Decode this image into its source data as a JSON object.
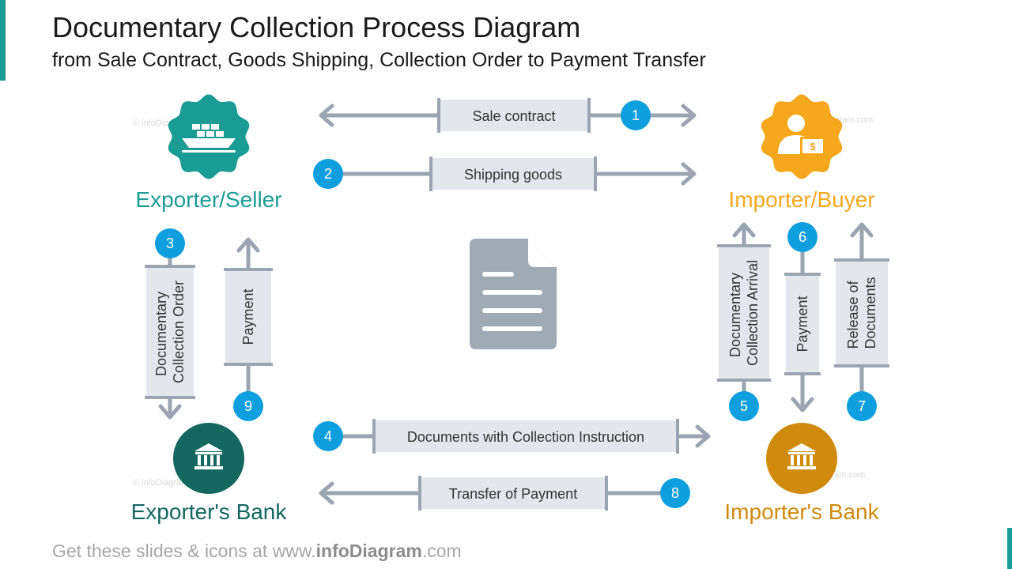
{
  "header": {
    "title": "Documentary Collection Process Diagram",
    "subtitle": "from Sale Contract, Goods Shipping, Collection Order to Payment Transfer"
  },
  "entities": {
    "exporter": {
      "label": "Exporter/Seller",
      "icon": "cargo-ship-icon",
      "color": "#1a9c95"
    },
    "importer": {
      "label": "Importer/Buyer",
      "icon": "buyer-money-icon",
      "color": "#f5a81e"
    },
    "exporter_bank": {
      "label": "Exporter's Bank",
      "icon": "bank-icon",
      "color": "#13675f"
    },
    "importer_bank": {
      "label": "Importer's Bank",
      "icon": "bank-icon",
      "color": "#d08a0d"
    }
  },
  "steps": [
    {
      "num": "1",
      "label": "Sale contract"
    },
    {
      "num": "2",
      "label": "Shipping goods"
    },
    {
      "num": "3",
      "label": "Documentary Collection Order",
      "lines": [
        "Documentary",
        "Collection Order"
      ]
    },
    {
      "num": "4",
      "label": "Documents with Collection Instruction"
    },
    {
      "num": "5",
      "label": "Documentary Collection Arrival",
      "lines": [
        "Documentary",
        "Collection Arrival"
      ]
    },
    {
      "num": "6",
      "label": "Payment"
    },
    {
      "num": "7",
      "label": "Release of Documents",
      "lines": [
        "Release of",
        "Documents"
      ]
    },
    {
      "num": "8",
      "label": "Transfer  of Payment"
    },
    {
      "num": "9",
      "label": "Payment"
    }
  ],
  "center_icon": "document-icon",
  "footer": {
    "prefix": "Get these slides & icons at www.",
    "brand": "infoDiagram",
    "suffix": ".com"
  },
  "watermark": "© infoDiagram.com",
  "colors": {
    "badge": "#0f9fdf",
    "arrow": "#9aa5b1",
    "label_bg": "#e3e7eb",
    "document": "#a0aab5"
  }
}
